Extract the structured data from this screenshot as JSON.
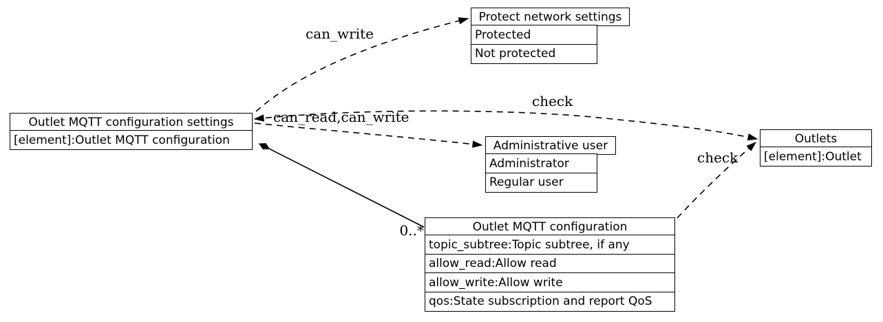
{
  "diagram": {
    "colors": {
      "line": "#000000",
      "background": "#ffffff",
      "text": "#000000"
    },
    "nodes": {
      "settings": {
        "title": "Outlet MQTT configuration settings",
        "rows": [
          "[element]:Outlet MQTT configuration"
        ]
      },
      "protect": {
        "title": "Protect network settings",
        "rows": [
          "Protected",
          "Not protected"
        ]
      },
      "admin": {
        "title": "Administrative user",
        "rows": [
          "Administrator",
          "Regular user"
        ]
      },
      "outlets": {
        "title": "Outlets",
        "rows": [
          "[element]:Outlet"
        ]
      },
      "config": {
        "title": "Outlet MQTT configuration",
        "rows": [
          "topic_subtree:Topic subtree, if any",
          "allow_read:Allow read",
          "allow_write:Allow write",
          "qos:State subscription and report QoS"
        ]
      }
    },
    "edges": {
      "can_write": {
        "label": "can_write"
      },
      "check_settings_outlets": {
        "label": "check"
      },
      "can_read_can_write": {
        "label": "can_read,can_write"
      },
      "check_config_outlets": {
        "label": "check"
      },
      "composition": {
        "multiplicity": "0..*"
      }
    }
  }
}
